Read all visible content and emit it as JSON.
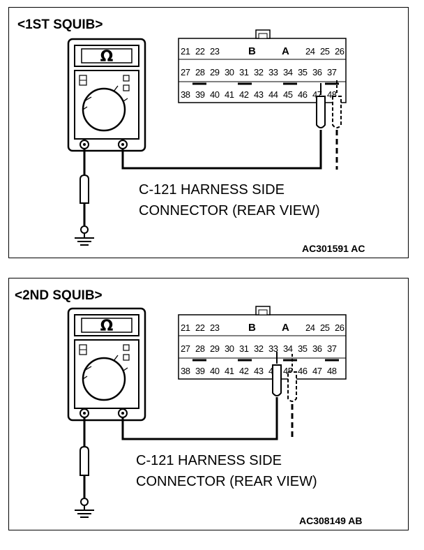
{
  "panels": [
    {
      "title": "<1ST SQUIB>",
      "caption_line1": "C-121 HARNESS SIDE",
      "caption_line2": "CONNECTOR (REAR VIEW)",
      "code": "AC301591 AC"
    },
    {
      "title": "<2ND SQUIB>",
      "caption_line1": "C-121 HARNESS SIDE",
      "caption_line2": "CONNECTOR (REAR VIEW)",
      "code": "AC308149 AB"
    }
  ],
  "meter": {
    "symbol": "Ω"
  },
  "connector": {
    "row1": [
      "21",
      "22",
      "23",
      "B",
      "A",
      "24",
      "25",
      "26"
    ],
    "row2": [
      "27",
      "28",
      "29",
      "30",
      "31",
      "32",
      "33",
      "34",
      "35",
      "36",
      "37"
    ],
    "row3": [
      "38",
      "39",
      "40",
      "41",
      "42",
      "43",
      "44",
      "45",
      "46",
      "47",
      "48"
    ]
  },
  "icons": [
    "multimeter-icon",
    "ground-icon",
    "probe-icon",
    "connector-icon"
  ]
}
